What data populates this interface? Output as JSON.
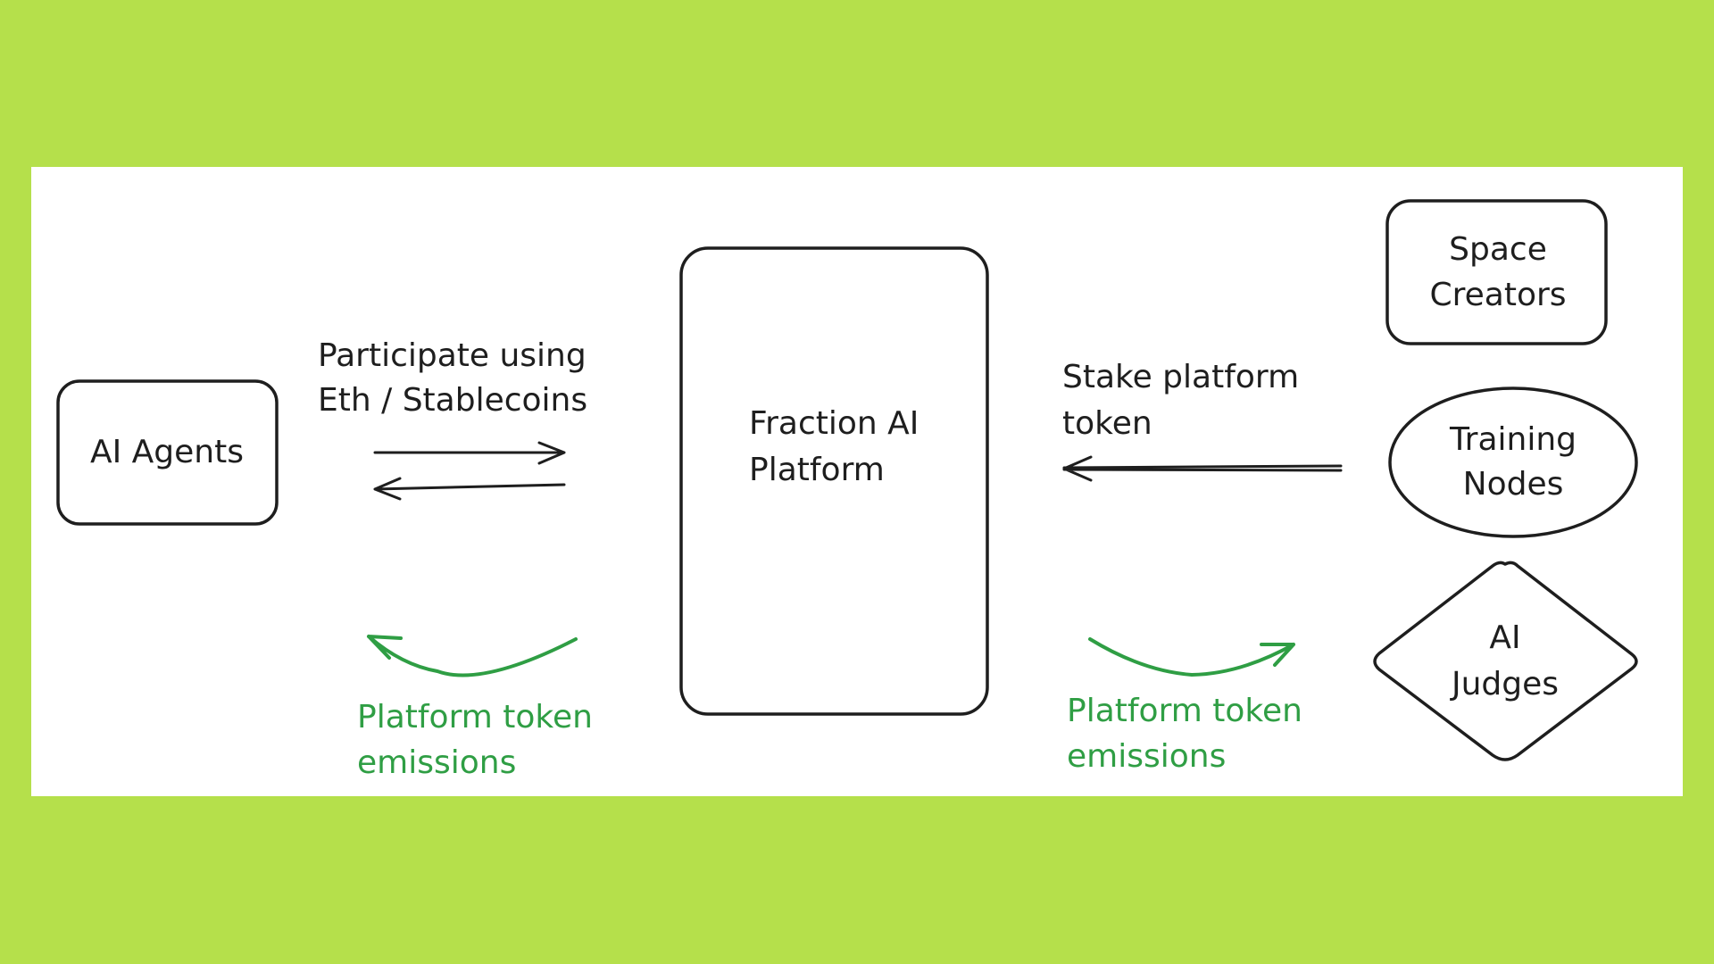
{
  "colors": {
    "background": "#b5e04b",
    "panel": "#ffffff",
    "ink": "#1e1e1e",
    "accent_green": "#2f9e44"
  },
  "nodes": {
    "ai_agents": "AI Agents",
    "platform": {
      "line1": "Fraction AI",
      "line2": "Platform"
    },
    "space_creators": {
      "line1": "Space",
      "line2": "Creators"
    },
    "training_nodes": {
      "line1": "Training",
      "line2": "Nodes"
    },
    "ai_judges": {
      "line1": "AI",
      "line2": "Judges"
    }
  },
  "edges": {
    "participate": {
      "line1": "Participate using",
      "line2": "Eth / Stablecoins"
    },
    "stake": {
      "line1": "Stake platform",
      "line2": "token"
    },
    "emissions_left": {
      "line1": "Platform token",
      "line2": "emissions"
    },
    "emissions_right": {
      "line1": "Platform token",
      "line2": "emissions"
    }
  }
}
